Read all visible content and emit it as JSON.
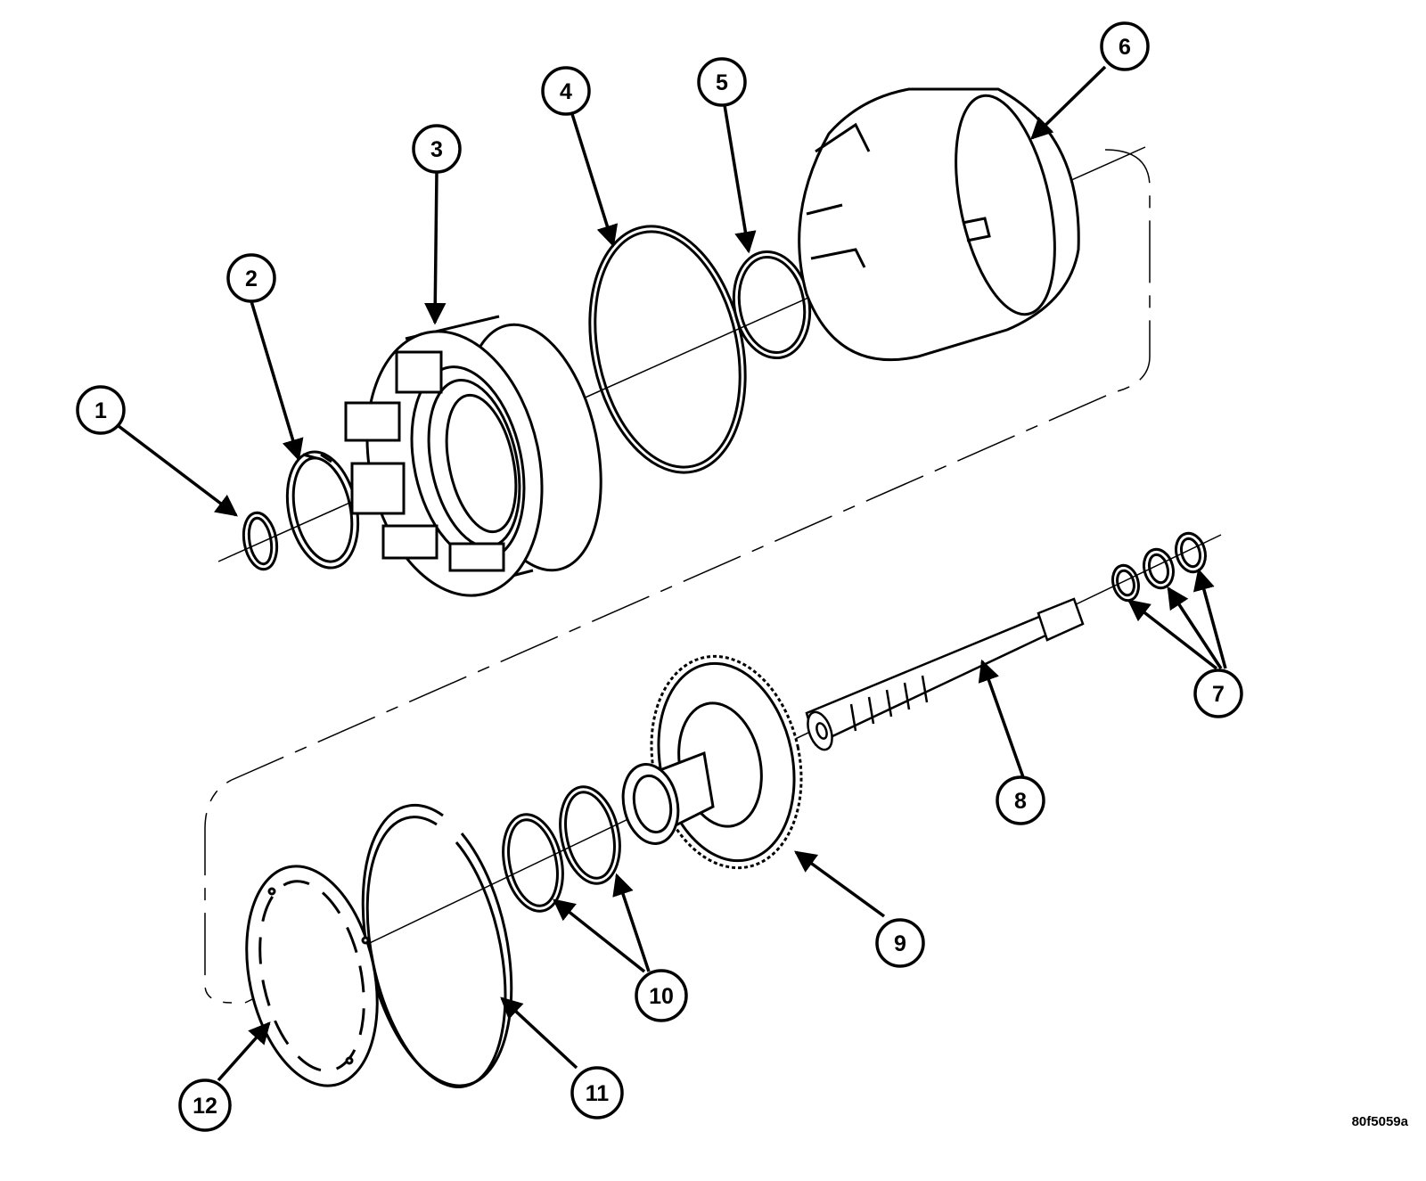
{
  "figure": {
    "code": "80f5059a",
    "callouts": [
      {
        "id": "1",
        "label": "1"
      },
      {
        "id": "2",
        "label": "2"
      },
      {
        "id": "3",
        "label": "3"
      },
      {
        "id": "4",
        "label": "4"
      },
      {
        "id": "5",
        "label": "5"
      },
      {
        "id": "6",
        "label": "6"
      },
      {
        "id": "7",
        "label": "7"
      },
      {
        "id": "8",
        "label": "8"
      },
      {
        "id": "9",
        "label": "9"
      },
      {
        "id": "10",
        "label": "10"
      },
      {
        "id": "11",
        "label": "11"
      },
      {
        "id": "12",
        "label": "12"
      }
    ]
  }
}
